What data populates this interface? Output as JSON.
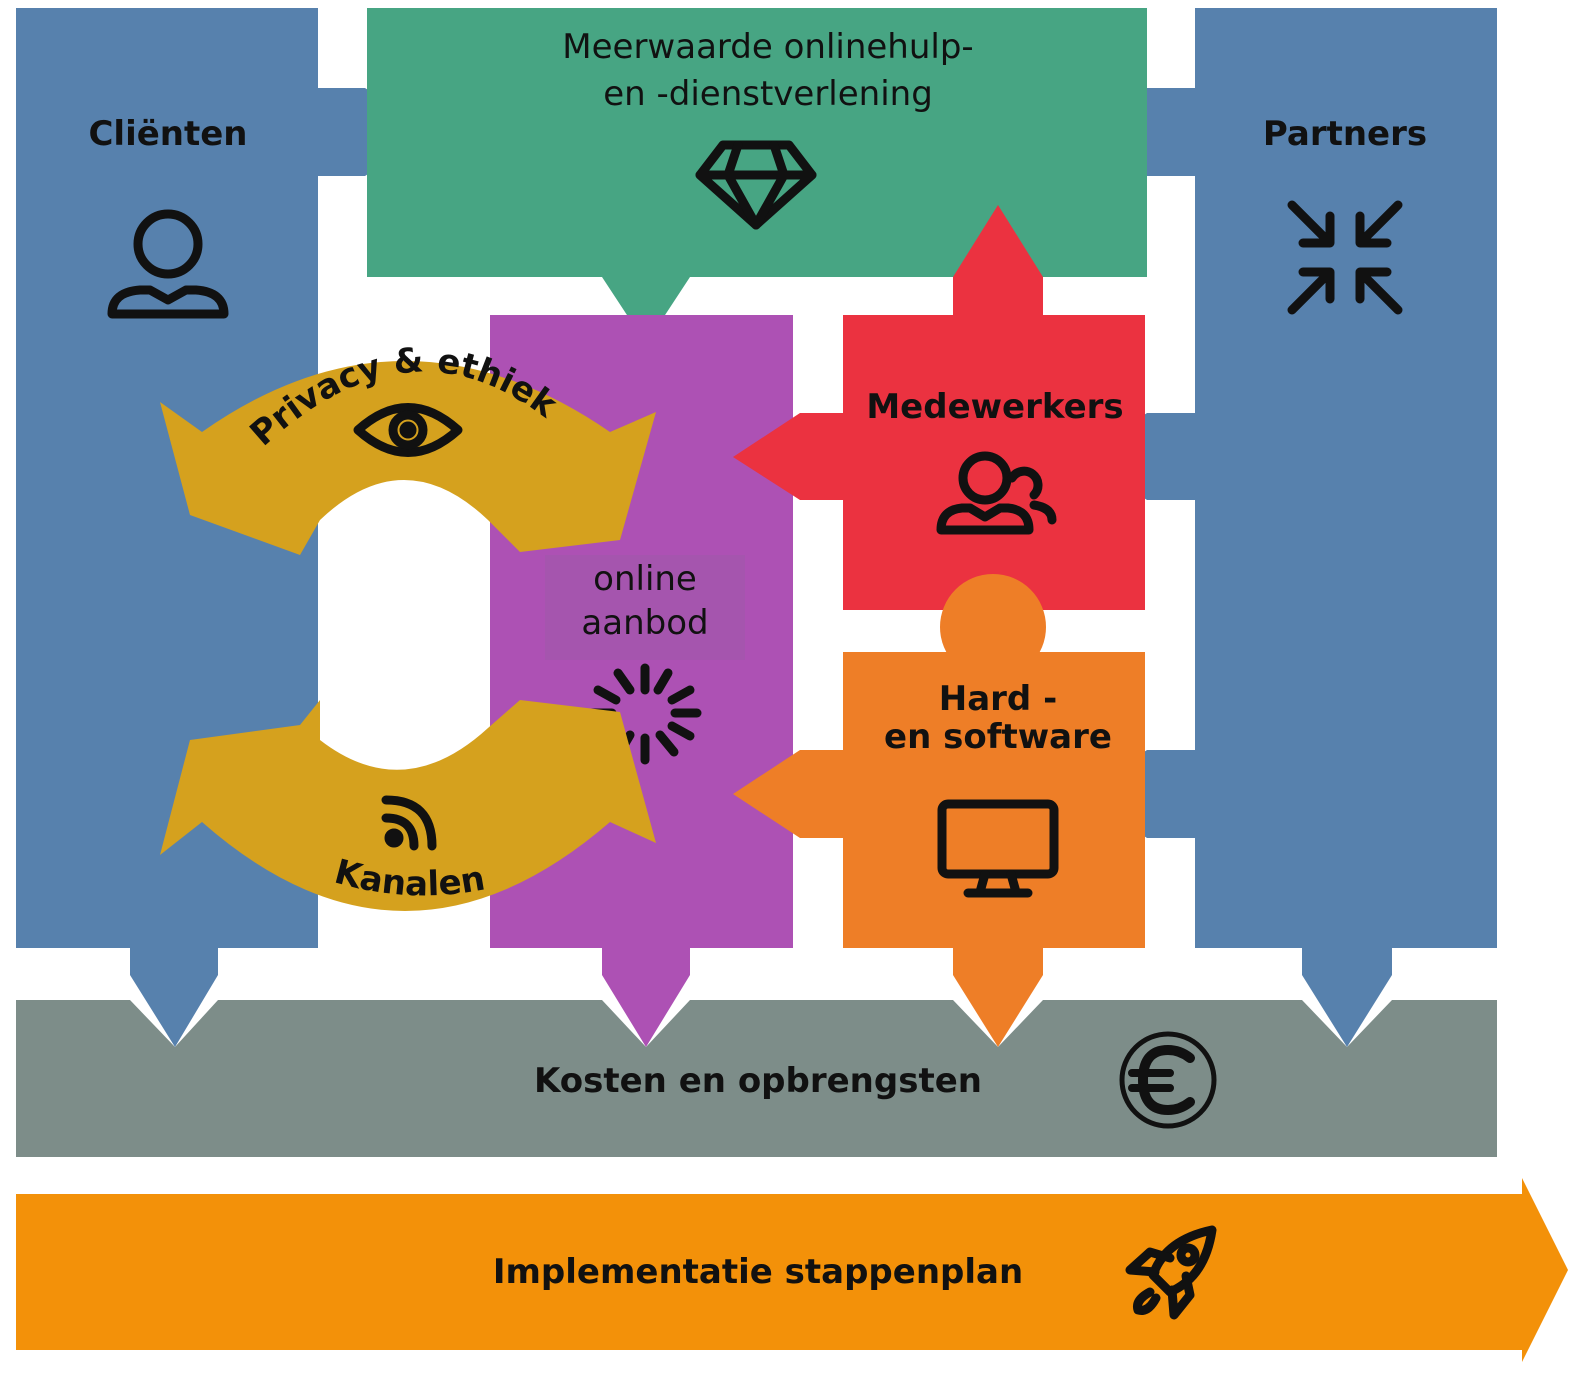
{
  "colors": {
    "blue": "#5781AD",
    "green": "#47A583",
    "purple": "#AD51B4",
    "red": "#EB3240",
    "orange": "#EE7E27",
    "gold": "#D5A11E",
    "grey": "#7D8D89",
    "bar_orange": "#F39109"
  },
  "blocks": {
    "clienten": {
      "label": "Cliënten",
      "icon": "person-icon"
    },
    "partners": {
      "label": "Partners",
      "icon": "compress-arrows-icon"
    },
    "meerwaarde": {
      "line1": "Meerwaarde onlinehulp-",
      "line2": "en  -dienstverlening",
      "icon": "diamond-icon"
    },
    "aanbod": {
      "line1": "online",
      "line2": "aanbod",
      "icon": "loading-spinner-icon"
    },
    "medewerkers": {
      "label": "Medewerkers",
      "icon": "users-icon"
    },
    "hardsoftware": {
      "line1": "Hard -",
      "line2": "en software",
      "icon": "monitor-icon"
    },
    "privacy": {
      "label": "Privacy & ethiek",
      "icon": "eye-icon"
    },
    "kanalen": {
      "label": "Kanalen",
      "icon": "rss-feed-icon"
    },
    "kosten": {
      "label": "Kosten en opbrengsten",
      "icon": "euro-coin-icon"
    },
    "implementatie": {
      "label": "Implementatie stappenplan",
      "icon": "rocket-icon"
    }
  }
}
